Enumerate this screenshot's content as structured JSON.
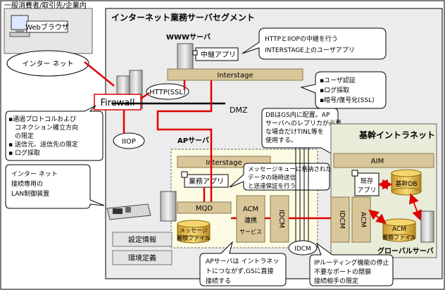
{
  "labels": {
    "client_area": "一般消費者/取引先/企業内",
    "browser": "Webブラウザ",
    "internet": "インター ネット",
    "firewall": "Firewall",
    "http_ssl": "HTTP(SSL)",
    "iiop": "IIOP",
    "internet_segment": "インターネット業務サーバセグメント",
    "www_server": "WWWサーバ",
    "relay_app": "中継アプリ",
    "interstage_top": "Interstage",
    "dmz": "DMZ",
    "ap_server": "APサーバ",
    "interstage_ap": "Interstage",
    "business_app": "業務アプリ",
    "mqd": "MQD",
    "message_file_line1": "メッセージ",
    "message_file_line2": "蓄積ファイル",
    "acm_relay_line1": "ACM",
    "acm_relay_line2": "連携",
    "acm_relay_line3": "サービス",
    "idcm_left": "IDCM",
    "config_info": "設定情報",
    "env_def": "環境定義",
    "idcm_bottom": "IDCM",
    "backbone_intranet": "基幹イントラネット",
    "aim": "AIM",
    "existing_app_line1": "既存",
    "existing_app_line2": "アプリ",
    "backbone_db": "基幹DB",
    "idcm_right": "IDCM",
    "acm_right": "ACM",
    "acm_file_line1": "ACM",
    "acm_file_line2": "蓄積ファイル",
    "global_server": "グローバルサーバ",
    "lan_device": ""
  },
  "callouts": {
    "http_iiop": [
      "HTTPとIIOPの中継を行う",
      "INTERSTAGE上のユーザアプリ"
    ],
    "interstage_features": [
      "▪ユーザ認証",
      "▪ログ採取",
      "▪暗号/復号化(SSL)"
    ],
    "firewall_features": [
      "▪通過プロトコルおよび",
      "　コネクション確立方向",
      "　の限定",
      "▪ 送信元、送信先の限定",
      "▪ ログ採取"
    ],
    "lan_control": [
      "インター ネット",
      "接続専用の",
      "LAN制御装置"
    ],
    "db_gs": [
      "DBはGS内に配置。AP",
      "サーバへのレプリカが必要",
      "な場合だけTINL等を",
      "使用する。"
    ],
    "mq_sync": [
      "メッセージキューに格納された",
      "データの随時送信",
      "と送達保証を行う"
    ],
    "ap_intranet": [
      "APサーバは イントラネッ",
      "トにつながず,GSに直接",
      "接続する"
    ],
    "ip_routing": [
      "IPルーティング機能の停止",
      "不要なポートの閉鎖",
      "接続相手の限定"
    ]
  },
  "colors": {
    "segment_bg": "#ececec",
    "ap_bg": "#fdfbe4",
    "intranet_bg": "#e8ecd8",
    "tan": "#d9c79a",
    "tan_dark": "#c9b27c",
    "red_line": "#e00000",
    "firewall_text": "#2446b8",
    "db_gold": "#e8c24a"
  }
}
